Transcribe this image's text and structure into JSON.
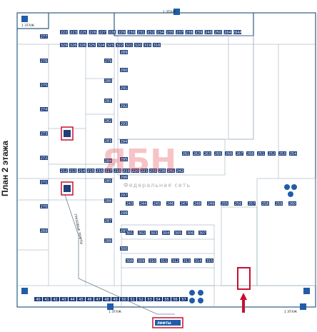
{
  "plan_title": "План 2 этажа",
  "watermark": {
    "brand": "ЯБН",
    "subtitle": "Федеральная сеть"
  },
  "stair_labels": [
    "1 ЭТАЖ",
    "1 ЭТАЖ",
    "1 ЭТАЖ",
    "1 ЭТАЖ"
  ],
  "lifts_label": "ЛИФТЫ",
  "freight_lifts_label": "ГРУЗОВЫЕ ЛИФТЫ",
  "colors": {
    "wall": "#2a5e86",
    "unit": "#1f3f7a",
    "highlight": "#c8102e",
    "icon": "#1f5da8"
  },
  "units": {
    "top_row": [
      "222",
      "223",
      "225",
      "226",
      "227",
      "228",
      "229",
      "230",
      "231",
      "232",
      "234",
      "235",
      "237",
      "238",
      "239",
      "240",
      "250",
      "264",
      "264A"
    ],
    "second_row": [
      "329",
      "328",
      "326",
      "325",
      "324",
      "323",
      "322",
      "321",
      "320",
      "319",
      "318"
    ],
    "left_column": [
      "277",
      "276",
      "275",
      "274",
      "273",
      "272",
      "271",
      "270",
      "269"
    ],
    "inner_left": [
      "279",
      "280",
      "281",
      "282",
      "283",
      "284",
      "285",
      "286",
      "287",
      "288"
    ],
    "middle": [
      "289",
      "290",
      "291",
      "292",
      "293",
      "294",
      "295",
      "296",
      "297",
      "298",
      "299",
      "300"
    ],
    "right_side": [
      "261",
      "262",
      "263",
      "265",
      "266",
      "267",
      "268",
      "251",
      "252",
      "253",
      "254"
    ],
    "lower_block": [
      "301",
      "302",
      "303",
      "304",
      "305",
      "306",
      "307",
      "308",
      "309",
      "310",
      "311",
      "312",
      "313",
      "314",
      "315"
    ],
    "bottom_row": [
      "40",
      "41",
      "42",
      "43",
      "44",
      "45",
      "46",
      "47",
      "48",
      "49",
      "50",
      "51",
      "52",
      "53",
      "54",
      "55",
      "56",
      "57"
    ],
    "misc": [
      "212",
      "213",
      "214",
      "215",
      "216",
      "217",
      "218",
      "219",
      "220",
      "221",
      "233",
      "236",
      "241",
      "242",
      "243",
      "244",
      "245",
      "246",
      "247",
      "248",
      "249",
      "255",
      "256",
      "257",
      "258",
      "259",
      "260"
    ]
  }
}
